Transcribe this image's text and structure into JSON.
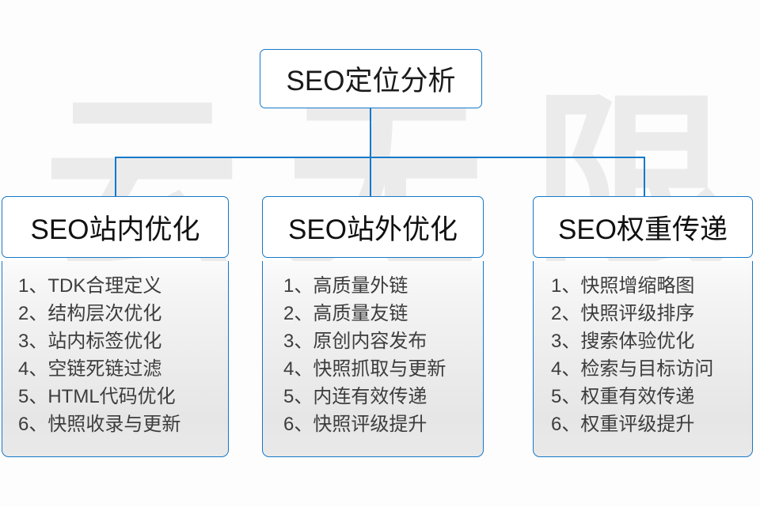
{
  "diagram": {
    "watermark_text": "云无限",
    "accent_color": "#1678c8",
    "title_color": "#111111",
    "item_color": "#3d3d3d",
    "root": {
      "title": "SEO定位分析"
    },
    "columns": [
      {
        "title": "SEO站内优化",
        "items": [
          "1、TDK合理定义",
          "2、结构层次优化",
          "3、站内标签优化",
          "4、空链死链过滤",
          "5、HTML代码优化",
          "6、快照收录与更新"
        ]
      },
      {
        "title": "SEO站外优化",
        "items": [
          "1、高质量外链",
          "2、高质量友链",
          "3、原创内容发布",
          "4、快照抓取与更新",
          "5、内连有效传递",
          "6、快照评级提升"
        ]
      },
      {
        "title": "SEO权重传递",
        "items": [
          "1、快照增缩略图",
          "2、快照评级排序",
          "3、搜索体验优化",
          "4、检索与目标访问",
          "5、权重有效传递",
          "6、权重评级提升"
        ]
      }
    ]
  }
}
